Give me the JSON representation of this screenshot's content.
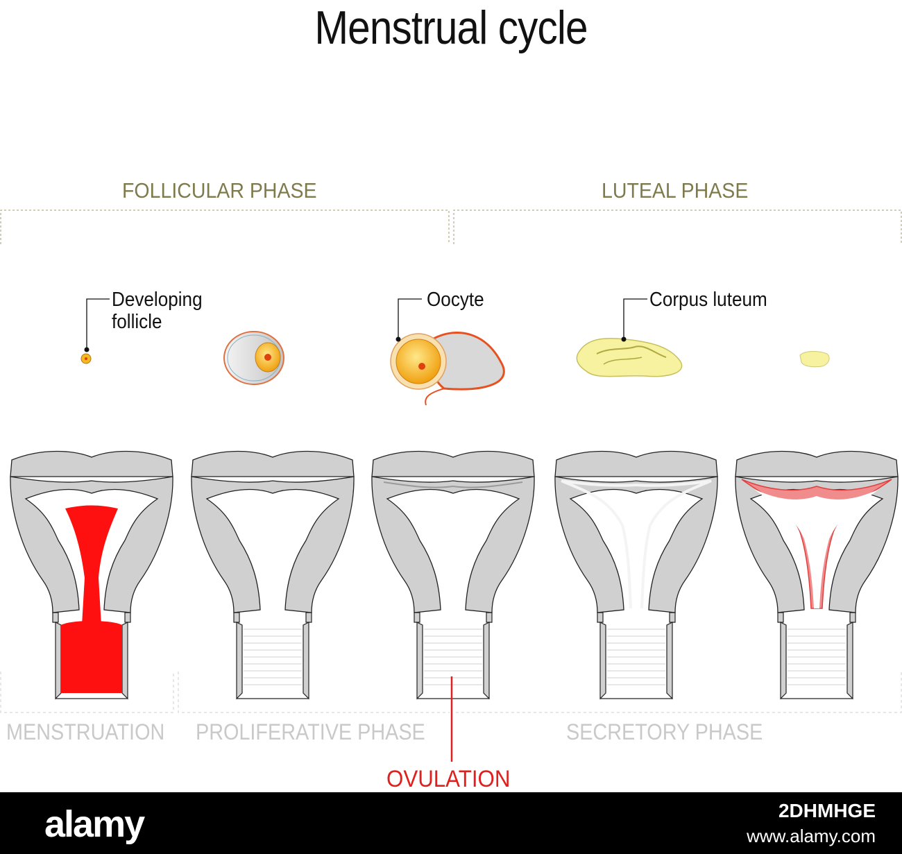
{
  "title": "Menstrual cycle",
  "phases": {
    "follicular": "FOLLICULAR PHASE",
    "luteal": "LUTEAL PHASE"
  },
  "labels": {
    "developing_follicle": [
      "Developing",
      "follicle"
    ],
    "oocyte": "Oocyte",
    "corpus_luteum": "Corpus luteum"
  },
  "uterine_phases": {
    "menstruation": "MENSTRUATION",
    "proliferative": "PROLIFERATIVE PHASE",
    "secretory": "SECRETORY PHASE"
  },
  "ovulation": "OVULATION",
  "footer": {
    "brand": "alamy",
    "image_id": "2DHMHGE",
    "url": "www.alamy.com"
  },
  "colors": {
    "tissue": "#d0d0d0",
    "outline": "#222222",
    "blood": "#ff1010",
    "dashed": "#cfcfcf",
    "phase_text": "#7f7a4c",
    "ovulation": "#e0201e",
    "corpus": "#f6f2a0",
    "follicle": "#f5b820"
  }
}
